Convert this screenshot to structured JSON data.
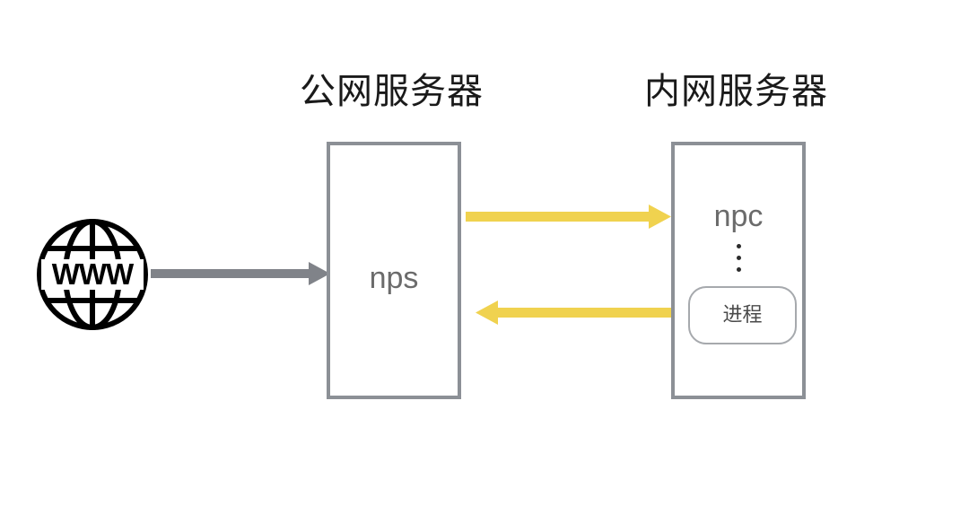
{
  "diagram": {
    "title_public": "公网服务器",
    "title_intranet": "内网服务器",
    "nps_label": "nps",
    "npc_label": "npc",
    "process_label": "进程",
    "globe_text": "WWW",
    "ellipsis": "⋮",
    "colors": {
      "box_border": "#8c9096",
      "arrow_gray": "#808389",
      "arrow_yellow": "#F0D24F",
      "pill_border": "#a6a9ad",
      "label_text": "#6b6b6b",
      "title_text": "#1a1a1a",
      "globe": "#000000",
      "background": "#ffffff"
    },
    "icons": {
      "globe": "globe-www-icon",
      "arrow_in": "arrow-right-gray-icon",
      "arrow_out_top": "arrow-right-yellow-icon",
      "arrow_back_bottom": "arrow-left-yellow-icon"
    }
  }
}
